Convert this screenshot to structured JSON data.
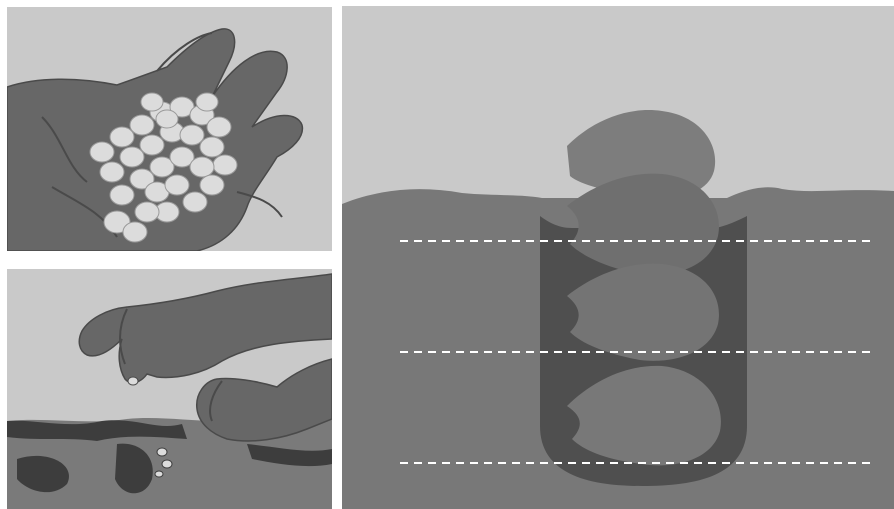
{
  "colors": {
    "sky": "#c9c9c9",
    "skin": "#676767",
    "skin_outline": "#4a4a4a",
    "seed": "#dcdcdc",
    "soil": "#787878",
    "hole": "#4f4f4f",
    "dark_ground": "#3d3d3d",
    "dash_line": "#ffffff"
  },
  "panels": {
    "hand": {
      "icon": "hand-holding-seeds"
    },
    "planting": {
      "icon": "fingers-dropping-seed-into-soil"
    },
    "depth": {
      "icon": "seed-planting-depth"
    }
  }
}
